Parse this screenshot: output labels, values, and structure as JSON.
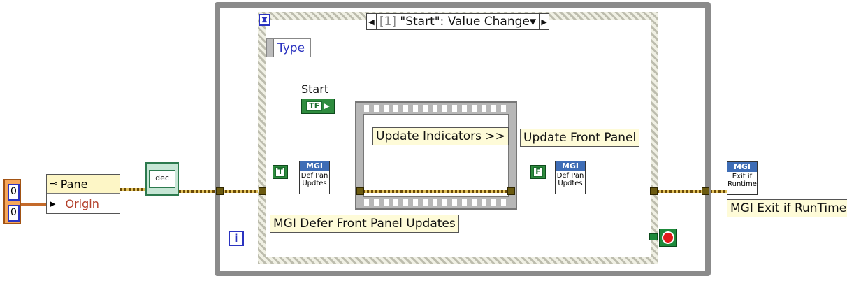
{
  "event_structure": {
    "case_index": "[1]",
    "case_label": "\"Start\": Value Change",
    "event_data_node": "Type"
  },
  "controls": {
    "start_label": "Start",
    "start_terminal": "TF"
  },
  "comments": {
    "update_indicators": "Update Indicators >>",
    "update_front_panel": "Update Front Panel",
    "defer_updates": "MGI Defer Front Panel Updates",
    "exit_runtime": "MGI Exit if RunTime"
  },
  "constants": {
    "true_const": "T",
    "false_const": "F",
    "cluster_values": [
      "0",
      "0"
    ]
  },
  "property_node": {
    "class": "Pane",
    "property": "Origin"
  },
  "subvis": {
    "defer_true": {
      "header": "MGI",
      "body": [
        "Def Pan",
        "Updtes"
      ]
    },
    "defer_false": {
      "header": "MGI",
      "body": [
        "Def Pan",
        "Updtes"
      ]
    },
    "exit_runtime": {
      "header": "MGI",
      "body": [
        "Exit if",
        "Runtime"
      ]
    }
  },
  "loop": {
    "iteration_terminal": "i"
  },
  "icons": {
    "hourglass": "hourglass-icon",
    "stop": "stop-circle-icon",
    "wrench": "wrench-icon"
  },
  "colors": {
    "refnum_wire": "#6b4a06",
    "cluster_wire": "#c46a2a",
    "boolean": "#2e8b3e",
    "subvi_header": "#3e6db6"
  }
}
